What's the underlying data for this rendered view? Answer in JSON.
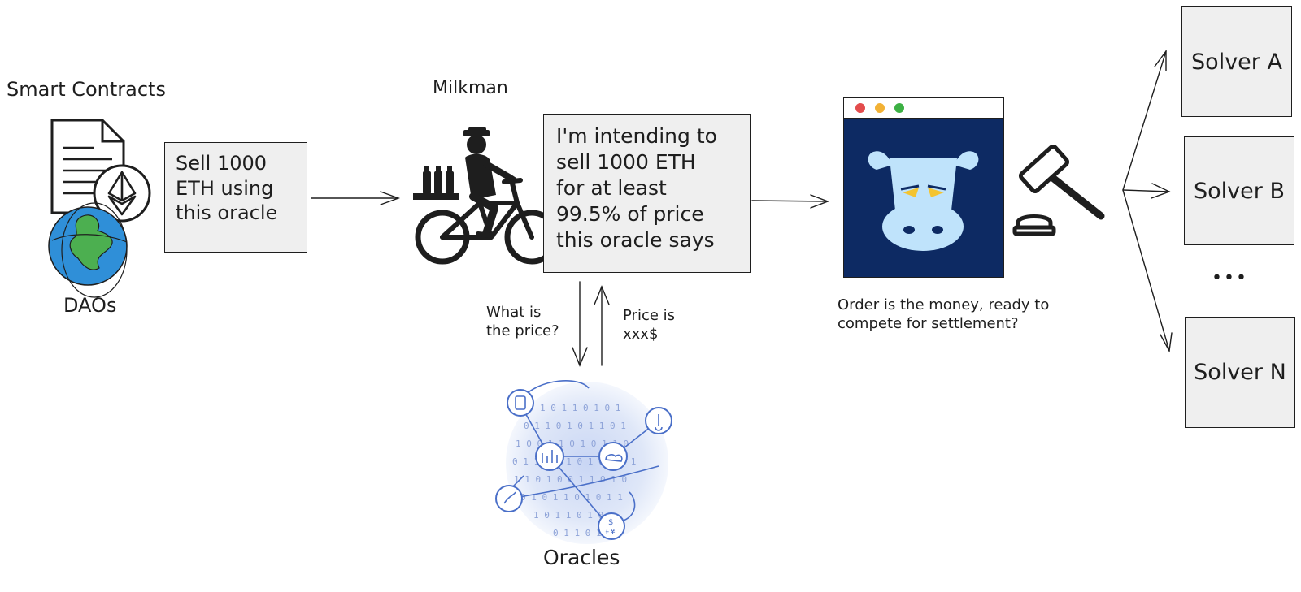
{
  "smart_contracts": {
    "title": "Smart Contracts",
    "daos_label": "DAOs",
    "request_lines": [
      "Sell 1000",
      "ETH using",
      "this oracle"
    ]
  },
  "milkman": {
    "title": "Milkman",
    "intent_lines": [
      "I'm intending to",
      "sell 1000 ETH",
      "for at least",
      "99.5% of price",
      "this oracle says"
    ]
  },
  "oracle_query": {
    "question_lines": [
      "What is",
      "the price?"
    ],
    "answer_lines": [
      "Price is",
      "xxx$"
    ]
  },
  "oracles": {
    "label": "Oracles"
  },
  "cow_window": {
    "traffic_lights": [
      "#e34c4c",
      "#f2b134",
      "#3cb043"
    ],
    "background": "#0d2a63",
    "caption_lines": [
      "Order is the money, ready to",
      "compete for settlement?"
    ]
  },
  "solvers": {
    "items": [
      "Solver A",
      "Solver B",
      "Solver N"
    ],
    "ellipsis": "•••"
  },
  "colors": {
    "ink": "#1e1e1e",
    "box_fill": "#efefef",
    "earth_blue": "#2f8fd8",
    "earth_green": "#4caf50",
    "cow_face": "#bfe3fb",
    "cow_eyes": "#f4c430",
    "oracle_blue": "#4a6fc8"
  }
}
